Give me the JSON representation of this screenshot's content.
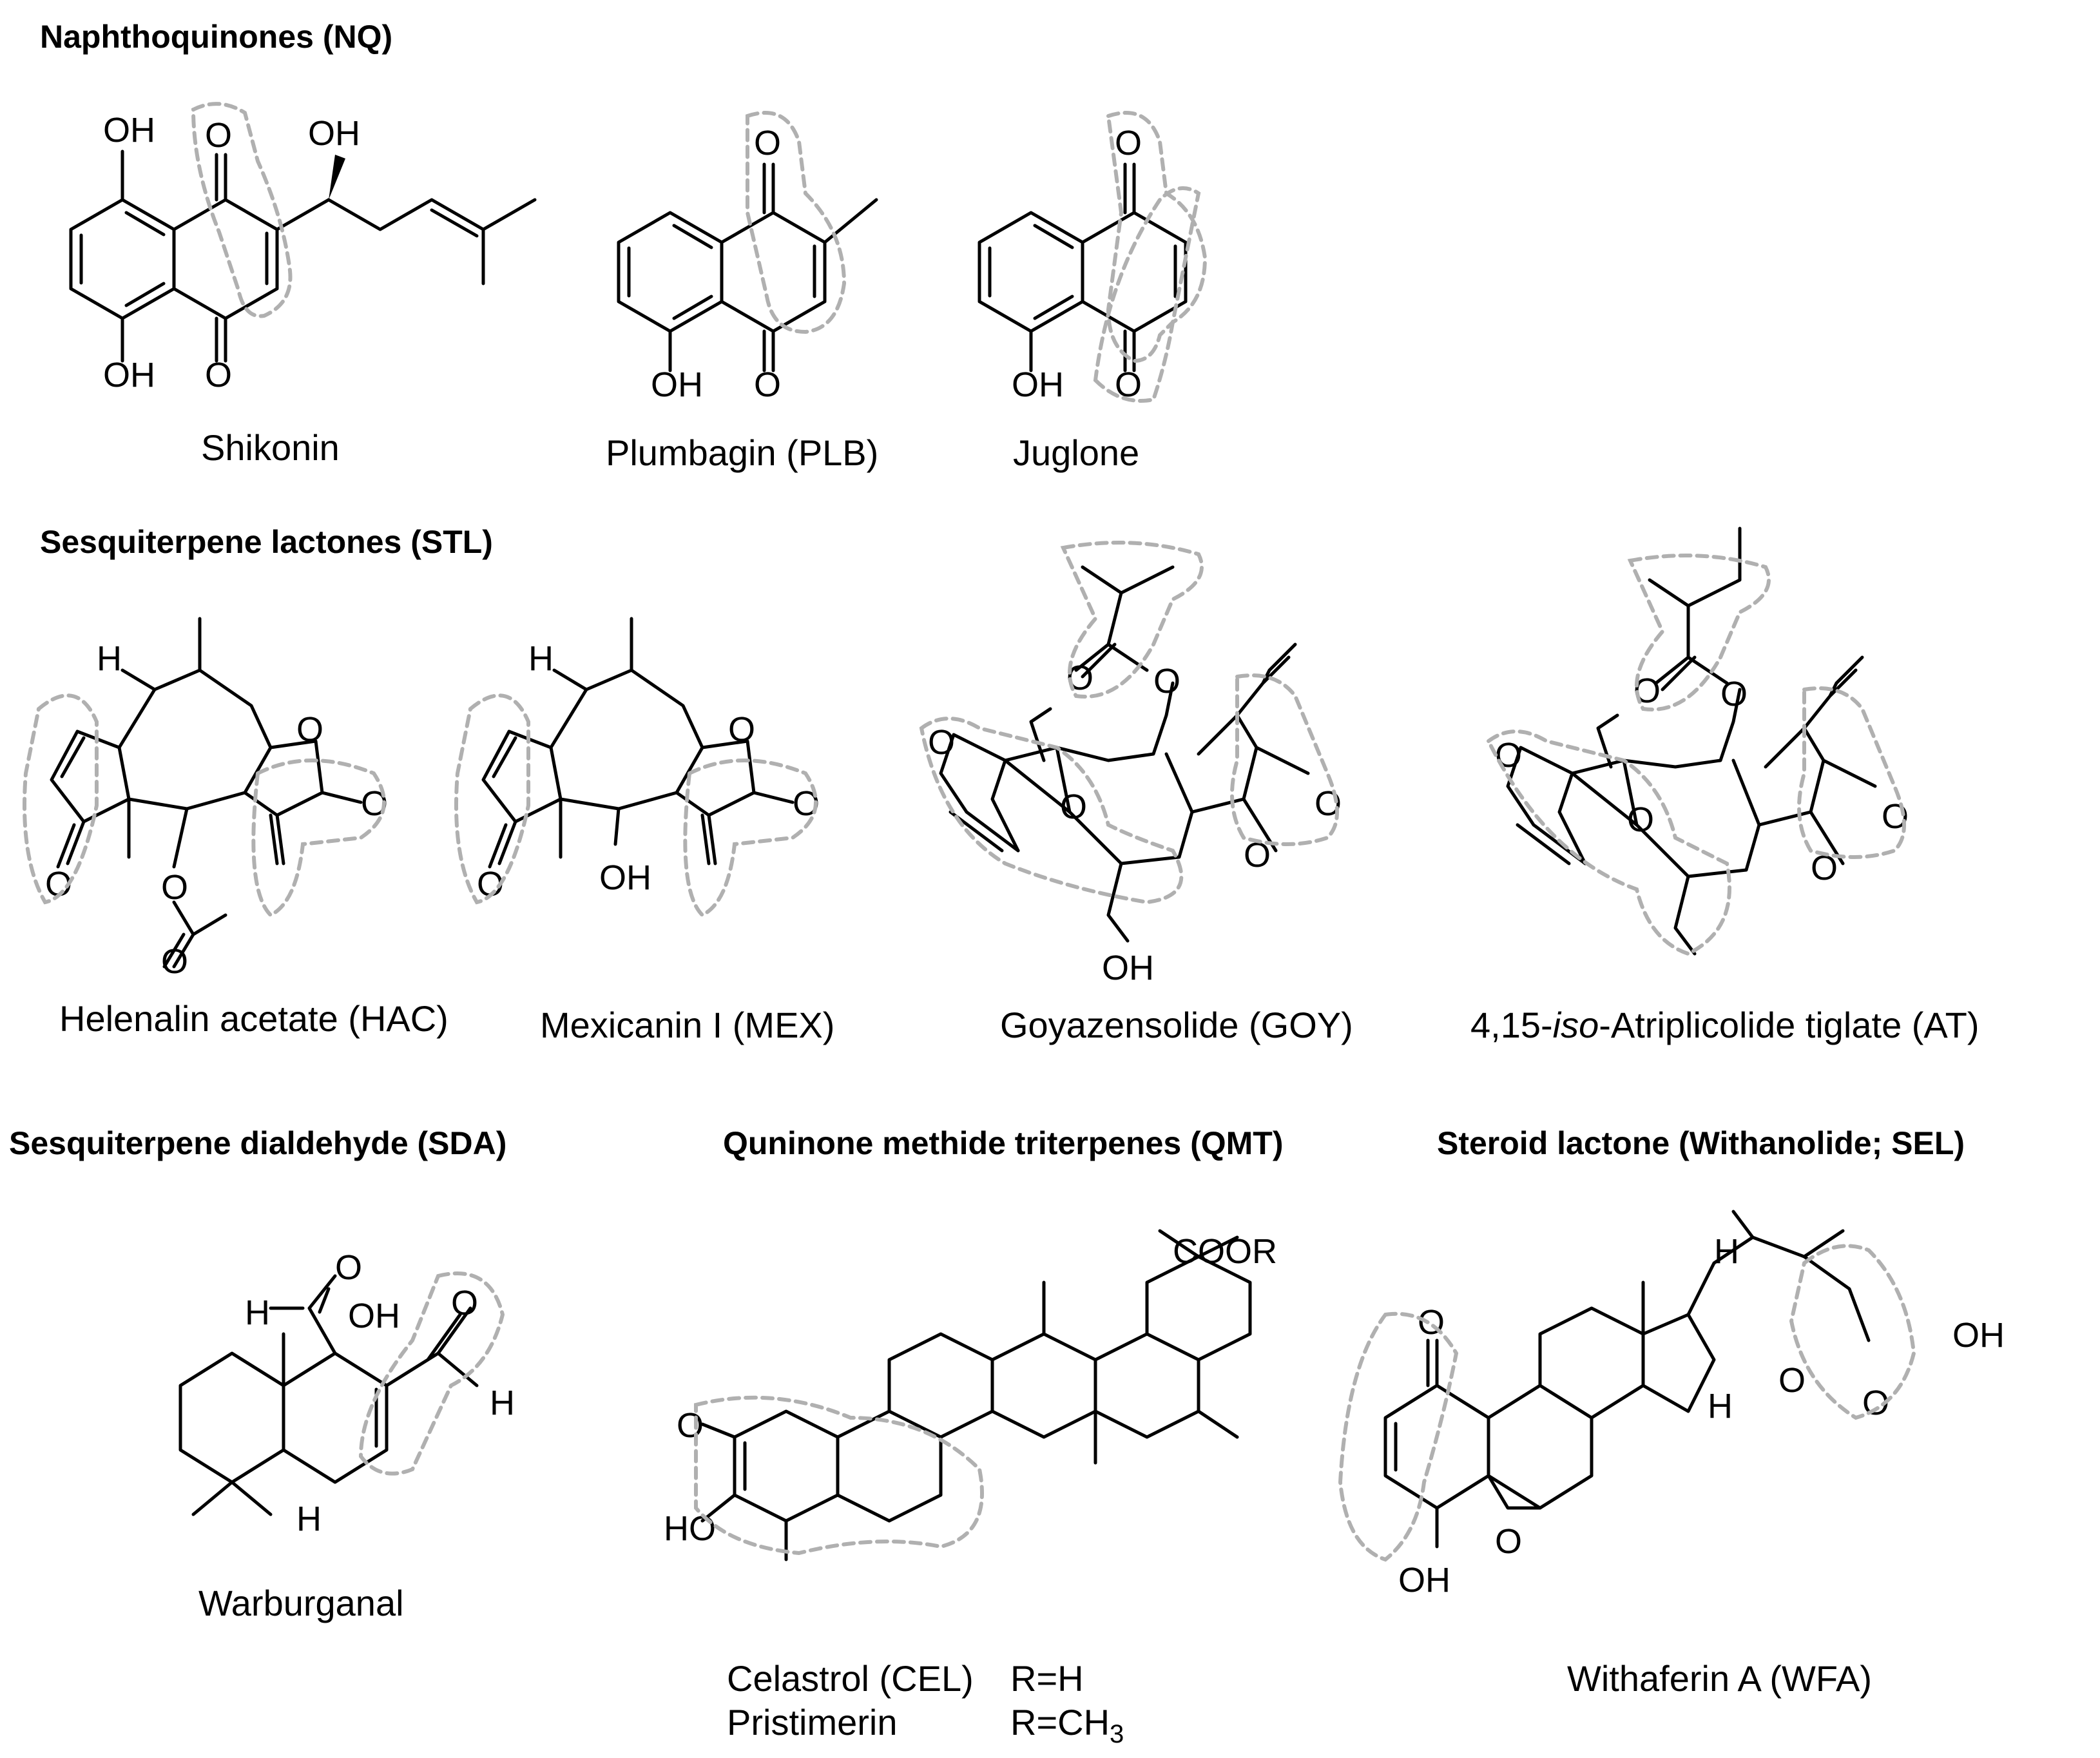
{
  "sections": {
    "nq": "Naphthoquinones (NQ)",
    "stl": "Sesquiterpene lactones (STL)",
    "sda": "Sesquiterpene dialdehyde (SDA)",
    "qmt": "Quninone methide triterpenes (QMT)",
    "sel": "Steroid lactone (Withanolide; SEL)"
  },
  "compounds": {
    "shikonin": "Shikonin",
    "plumbagin": "Plumbagin (PLB)",
    "juglone": "Juglone",
    "helenalin": "Helenalin acetate (HAC)",
    "mexicanin": "Mexicanin I (MEX)",
    "goyazensolide": "Goyazensolide (GOY)",
    "atriplicolide_prefix": "4,15-",
    "atriplicolide_iso": "iso",
    "atriplicolide_suffix": "-Atriplicolide tiglate (AT)",
    "warburganal": "Warburganal",
    "celastrol": "Celastrol (CEL)",
    "celastrol_r": "R=H",
    "pristimerin": "Pristimerin",
    "pristimerin_r": "R=CH",
    "pristimerin_r_sub": "3",
    "withaferin": "Withaferin A (WFA)"
  },
  "atom_labels": {
    "oh": "OH",
    "ho": "HO",
    "o": "O",
    "h": "H",
    "coor": "COOR"
  },
  "colors": {
    "bond": "#000000",
    "highlight_outline": "#b0b0b0",
    "background": "#ffffff"
  }
}
